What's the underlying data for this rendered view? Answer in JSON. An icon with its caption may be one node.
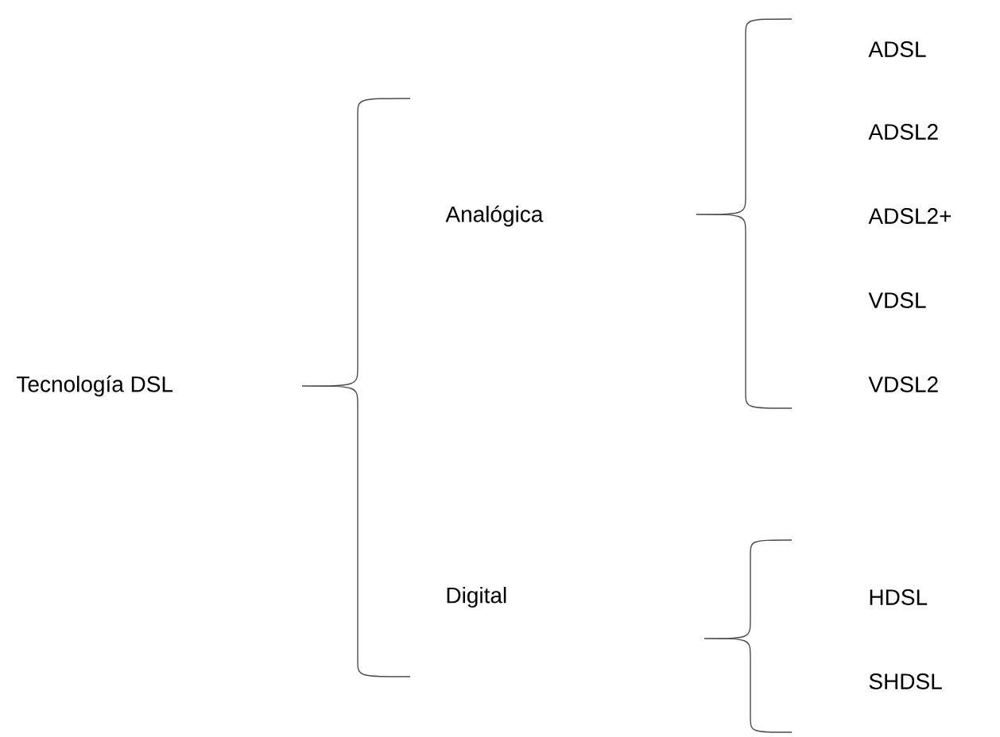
{
  "diagram": {
    "nodes": [
      {
        "text": [
          "Tecnología DSL"
        ]
      },
      {
        "text": [
          "Analógica"
        ]
      },
      {
        "text": [
          "Digital"
        ]
      },
      {
        "text": [
          "ADSL"
        ]
      },
      {
        "text": [
          "ADSL2"
        ]
      },
      {
        "text": [
          "ADSL2+"
        ]
      },
      {
        "text": [
          "VDSL"
        ]
      },
      {
        "text": [
          "VDSL2"
        ]
      },
      {
        "text": [
          "HDSL"
        ]
      },
      {
        "text": [
          "SHDSL"
        ]
      }
    ]
  }
}
